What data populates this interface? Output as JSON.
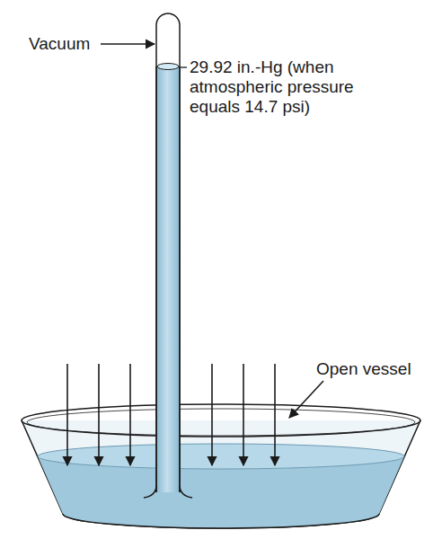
{
  "diagram": {
    "labels": [
      "Vacuum",
      "29.92 in.-Hg (when atmospheric pressure equals 14.7 psi)",
      "Open vessel"
    ]
  }
}
